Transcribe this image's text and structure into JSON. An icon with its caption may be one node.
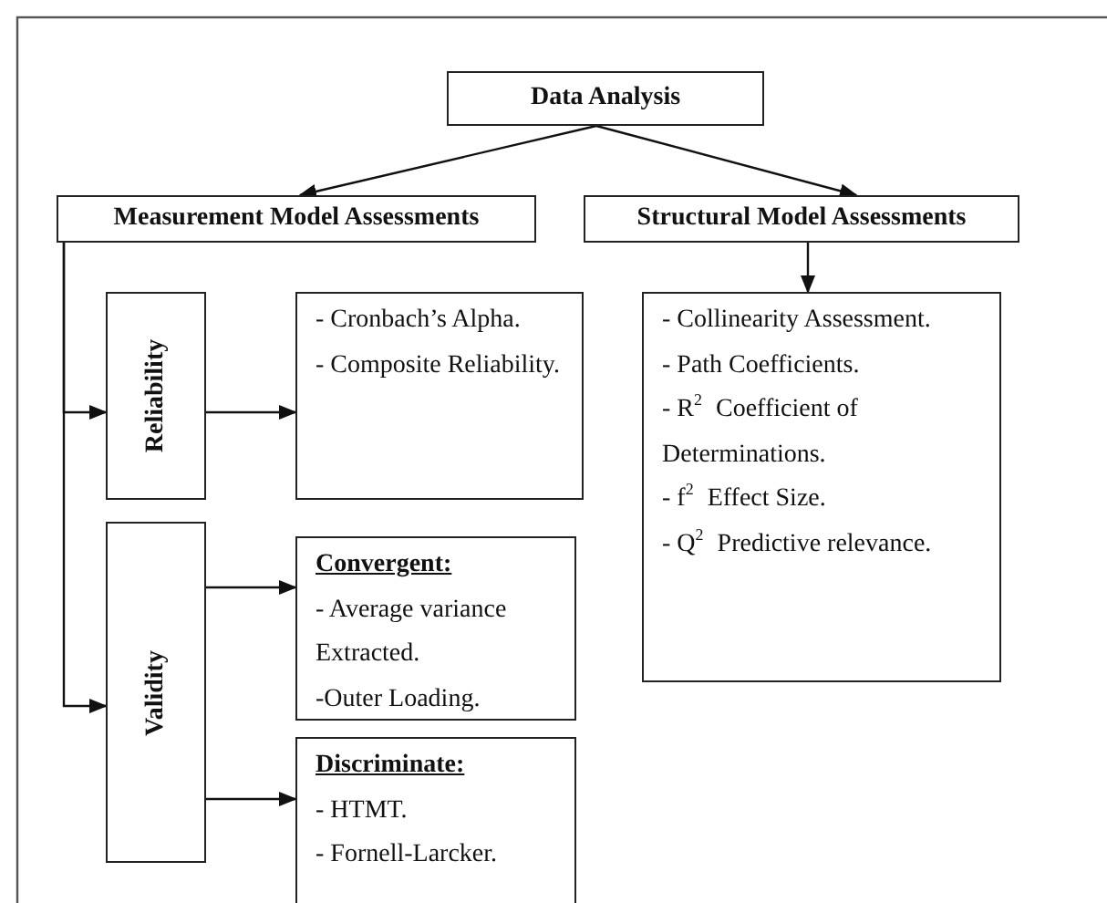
{
  "diagram": {
    "nodes": [
      {
        "text": [
          "Data Analysis"
        ]
      },
      {
        "text": [
          "Measurement Model Assessments"
        ]
      },
      {
        "text": [
          "Structural Model Assessments"
        ]
      },
      {
        "text": [
          "Reliability"
        ]
      },
      {
        "text": [
          "- Cronbach’s Alpha.",
          "- Composite Reliability."
        ]
      },
      {
        "text": [
          "- Collinearity Assessment.",
          "- Path Coefficients.",
          "- R$^{2}$ Coefficient of Determinations.",
          "- f$^{2}$ Effect Size.",
          "- Q$^{2}$ Predictive relevance."
        ]
      },
      {
        "text": [
          "Validity"
        ]
      },
      {
        "text": [
          "Convergent:",
          "- Average variance Extracted.",
          "-Outer Loading."
        ]
      },
      {
        "text": [
          "Discriminate:",
          "- HTMT.",
          "- Fornell-Larcker."
        ]
      }
    ],
    "edges": [
      {
        "from": 0,
        "to": 1,
        "arrow": "to"
      },
      {
        "from": 0,
        "to": 2,
        "arrow": "to"
      },
      {
        "from": 2,
        "to": 5,
        "arrow": "to"
      },
      {
        "from": 1,
        "to": 3,
        "arrow": "to"
      },
      {
        "from": 1,
        "to": 6,
        "arrow": "to"
      },
      {
        "from": 3,
        "to": 4,
        "arrow": "to"
      },
      {
        "from": 6,
        "to": 7,
        "arrow": "to"
      },
      {
        "from": 6,
        "to": 8,
        "arrow": "to"
      }
    ]
  }
}
